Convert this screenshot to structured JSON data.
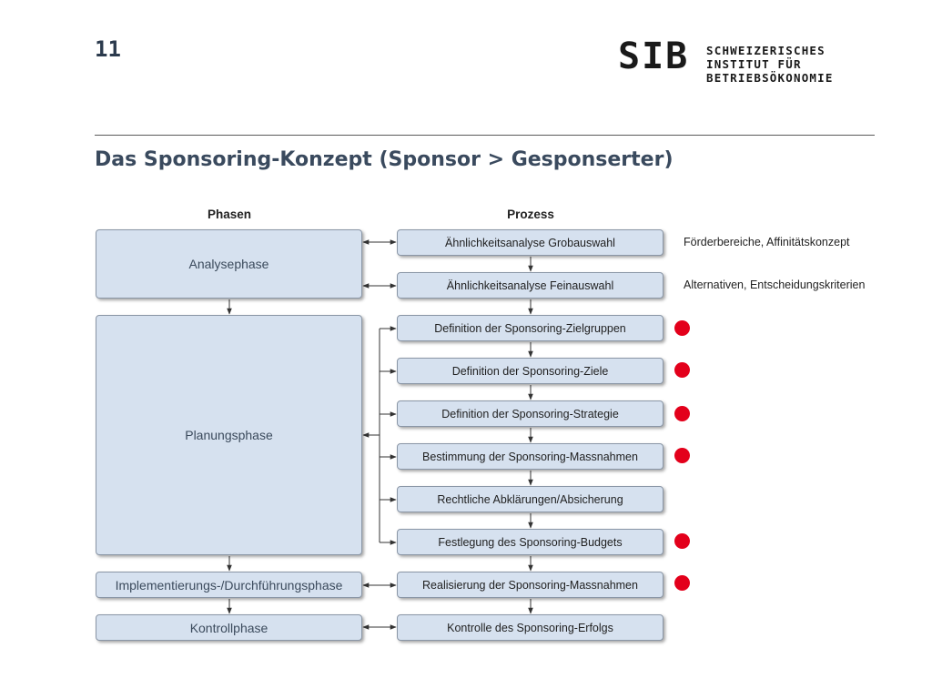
{
  "slide": {
    "page_number": "11",
    "title": "Das Sponsoring-Konzept (Sponsor > Gesponserter)"
  },
  "logo": {
    "mark": "SIB",
    "lines": [
      "SCHWEIZERISCHES",
      "INSTITUT FÜR",
      "BETRIEBSÖKONOMIE"
    ]
  },
  "diagram": {
    "phases_header": "Phasen",
    "process_header": "Prozess",
    "phases": [
      "Analysephase",
      "Planungsphase",
      "Implementierungs-/Durchführungsphase",
      "Kontrollphase"
    ],
    "process_steps": [
      "Ähnlichkeitsanalyse Grobauswahl",
      "Ähnlichkeitsanalyse Feinauswahl",
      "Definition der Sponsoring-Zielgruppen",
      "Definition der Sponsoring-Ziele",
      "Definition der Sponsoring-Strategie",
      "Bestimmung der Sponsoring-Massnahmen",
      "Rechtliche Abklärungen/Absicherung",
      "Festlegung des Sponsoring-Budgets",
      "Realisierung der Sponsoring-Massnahmen",
      "Kontrolle des Sponsoring-Erfolgs"
    ],
    "notes": [
      "Förderbereiche, Affinitätskonzept",
      "Alternativen, Entscheidungskriterien"
    ],
    "marker_color": "#e3001b",
    "box_color": "#d6e1ef"
  }
}
